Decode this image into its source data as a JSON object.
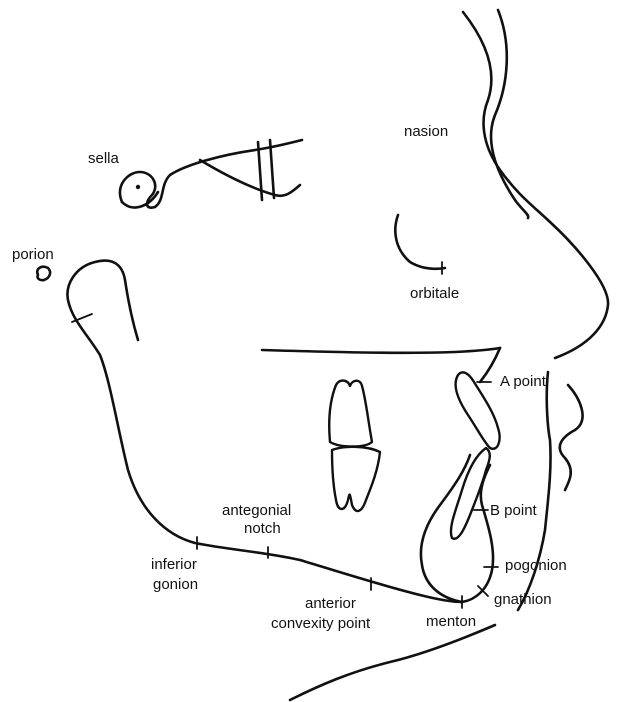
{
  "labels": {
    "sella": "sella",
    "nasion": "nasion",
    "porion": "porion",
    "orbitale": "orbitale",
    "a_point": "A point",
    "b_point": "B point",
    "antegonial_line1": "antegonial",
    "antegonial_line2": "notch",
    "inferior_line1": "inferior",
    "inferior_line2": "gonion",
    "pogonion": "pogonion",
    "gnathion": "gnathion",
    "anterior_line1": "anterior",
    "anterior_line2": "convexity point",
    "menton": "menton"
  },
  "colors": {
    "ink": "#111111",
    "background": "#ffffff"
  }
}
